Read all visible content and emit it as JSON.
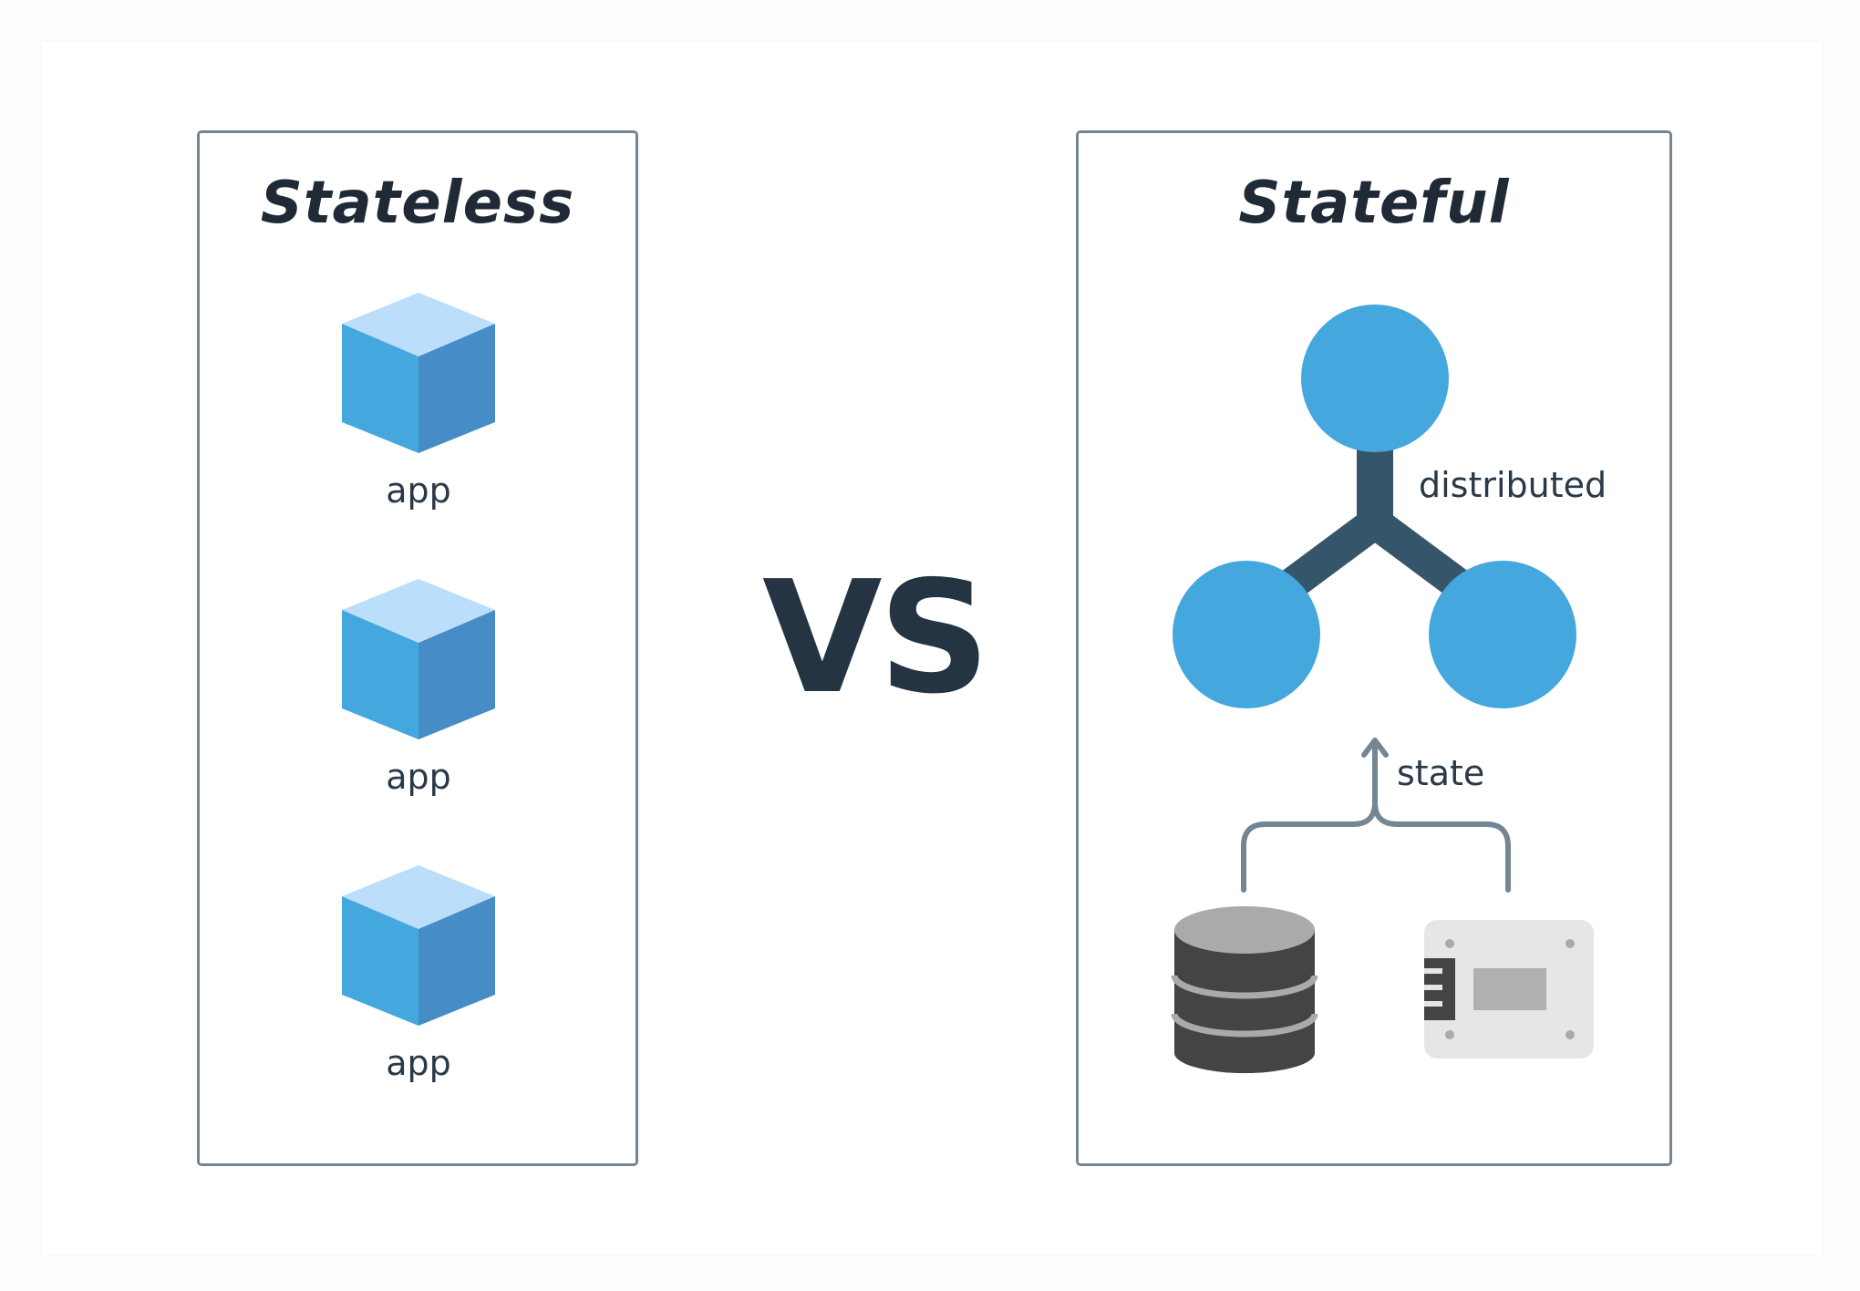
{
  "stateless": {
    "title": "Stateless",
    "apps": [
      {
        "label": "app"
      },
      {
        "label": "app"
      },
      {
        "label": "app"
      }
    ]
  },
  "vs": "VS",
  "stateful": {
    "title": "Stateful",
    "distributed_label": "distributed",
    "state_label": "state",
    "sources": [
      "database-icon",
      "storage-device-icon"
    ]
  },
  "colors": {
    "cube_top": "#bbdefa",
    "cube_left": "#44a7dd",
    "cube_right": "#468cc6",
    "node_fill": "#44a7dd",
    "connector": "#35556a",
    "panel_border": "#748593",
    "arrow": "#748593",
    "text_dark": "#243443",
    "database": "#444444",
    "database_top": "#aaaaaa",
    "device_body": "#e6e6e6",
    "device_screen": "#b0b0b0"
  }
}
